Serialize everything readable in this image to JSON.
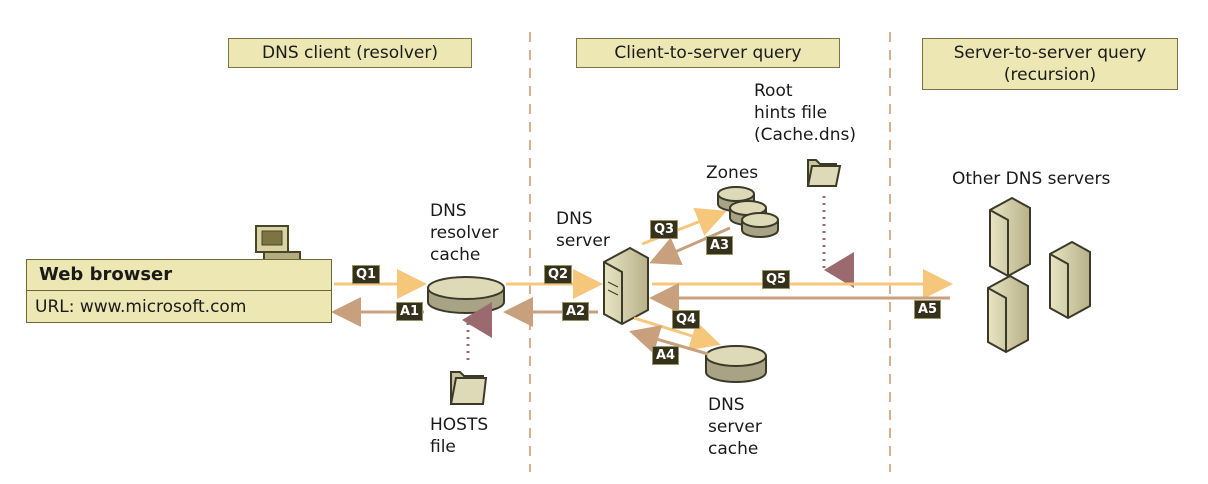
{
  "sections": {
    "client": "DNS client (resolver)",
    "client_server": "Client-to-server query",
    "server_server": "Server-to-server query\n(recursion)"
  },
  "browser": {
    "title": "Web browser",
    "url": "URL: www.microsoft.com"
  },
  "labels": {
    "resolver_cache": "DNS\nresolver\ncache",
    "hosts_file": "HOSTS\nfile",
    "dns_server": "DNS\nserver",
    "zones": "Zones",
    "root_hints": "Root\nhints file\n(Cache.dns)",
    "server_cache": "DNS\nserver\ncache",
    "other_servers": "Other DNS servers"
  },
  "tags": {
    "q1": "Q1",
    "a1": "A1",
    "q2": "Q2",
    "a2": "A2",
    "q3": "Q3",
    "a3": "A3",
    "q4": "Q4",
    "a4": "A4",
    "q5": "Q5",
    "a5": "A5"
  },
  "colors": {
    "query_arrow": "#f6c77b",
    "answer_arrow": "#c8a07e",
    "header_fill": "#ece7b3",
    "divider": "#d9b08e",
    "tag_fill": "#36311c"
  }
}
